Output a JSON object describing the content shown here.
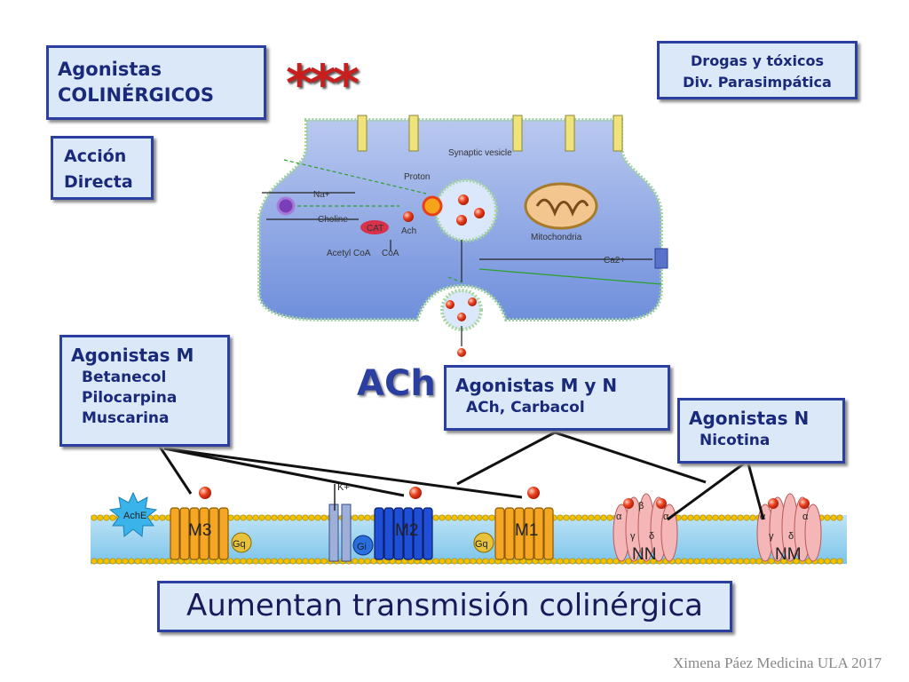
{
  "title_box": {
    "line1": "Agonistas",
    "line2": "COLINÉRGICOS"
  },
  "stars": "***",
  "direct_box": {
    "line1": "Acción",
    "line2": "Directa"
  },
  "drugs_box": {
    "line1": "Drogas y tóxicos",
    "line2": "Div. Parasimpática"
  },
  "synapse_labels": {
    "synaptic_vesicle": "Synaptic vesicle",
    "proton": "Proton",
    "na": "Na+",
    "choline": "Choline",
    "cat": "CAT",
    "ach": "Ach",
    "acetyl_coa": "Acetyl CoA",
    "coa": "CoA",
    "mitochondria": "Mitochondria",
    "ca": "Ca2+"
  },
  "ach_label": "ACh",
  "m_box": {
    "header": "Agonistas M",
    "items": [
      "Betanecol",
      "Pilocarpina",
      "Muscarina"
    ]
  },
  "mn_box": {
    "header": "Agonistas M y N",
    "items": [
      "ACh, Carbacol"
    ]
  },
  "n_box": {
    "header": "Agonistas N",
    "items": [
      "Nicotina"
    ]
  },
  "receptor_labels": {
    "ache": "AchE",
    "m3": "M3",
    "m2": "M2",
    "m1": "M1",
    "gq1": "Gq",
    "gi": "Gi",
    "gq2": "Gq",
    "k": "K+",
    "nn": "NN",
    "nm": "NM",
    "alpha": "α",
    "beta": "β",
    "gamma": "γ",
    "delta": "δ"
  },
  "bottom_box": "Aumentan transmisión colinérgica",
  "footer": "Ximena Páez Medicina ULA 2017",
  "colors": {
    "box_fill": "#dbe8f8",
    "box_border": "#2a3fa0",
    "stars": "#c81e1e",
    "membrane": "#f2c200"
  }
}
